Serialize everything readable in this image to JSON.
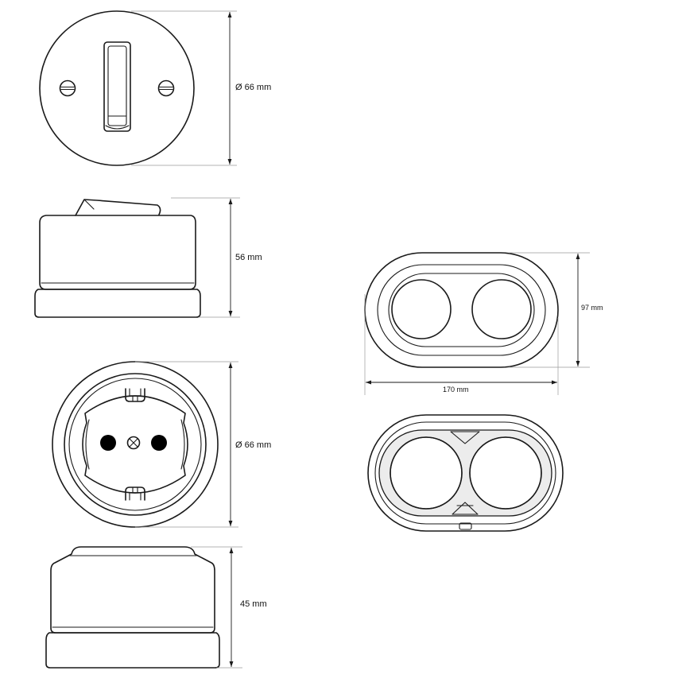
{
  "colors": {
    "line": "#1a1a1a",
    "extension": "#9a9a9a",
    "insert_fill": "#ececec",
    "hole_fill": "#000000"
  },
  "views": {
    "switch_front": {
      "dimension": "Ø 66 mm"
    },
    "switch_side": {
      "dimension": "56 mm"
    },
    "socket_front": {
      "dimension": "Ø 66 mm"
    },
    "socket_side": {
      "dimension": "45 mm"
    },
    "double_frame_front": {
      "height_dimension": "97 mm",
      "width_dimension": "170 mm"
    },
    "double_frame_back": {}
  }
}
